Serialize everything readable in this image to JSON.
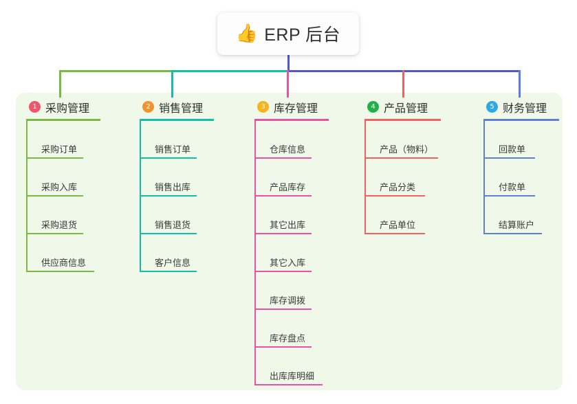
{
  "title": {
    "emoji": "👍",
    "icon_name": "thumbs-up-emoji",
    "text": "ERP 后台"
  },
  "colors": {
    "panel_bg": "#eff8e9",
    "page_bg": "#ffffff",
    "trunk": "#5159c4",
    "bus_green": "#7ab943",
    "bus_teal": "#12bfa5",
    "bus_blue": "#5159c4"
  },
  "columns": [
    {
      "number": "1",
      "title": "采购管理",
      "badge_color": "#f0556b",
      "line_color": "#7ab943",
      "head_rule_width": 108,
      "items": [
        {
          "label": "采购订单",
          "rule_width": 83
        },
        {
          "label": "采购入库",
          "rule_width": 83
        },
        {
          "label": "采购退货",
          "rule_width": 83
        },
        {
          "label": "供应商信息",
          "rule_width": 99
        }
      ]
    },
    {
      "number": "2",
      "title": "销售管理",
      "badge_color": "#f0952e",
      "line_color": "#12bfa5",
      "head_rule_width": 108,
      "items": [
        {
          "label": "销售订单",
          "rule_width": 83
        },
        {
          "label": "销售出库",
          "rule_width": 83
        },
        {
          "label": "销售退货",
          "rule_width": 83
        },
        {
          "label": "客户信息",
          "rule_width": 83
        }
      ]
    },
    {
      "number": "3",
      "title": "库存管理",
      "badge_color": "#f5b31c",
      "line_color": "#e8529e",
      "head_rule_width": 108,
      "items": [
        {
          "label": "仓库信息",
          "rule_width": 83
        },
        {
          "label": "产品库存",
          "rule_width": 83
        },
        {
          "label": "其它出库",
          "rule_width": 83
        },
        {
          "label": "其它入库",
          "rule_width": 83
        },
        {
          "label": "库存调拨",
          "rule_width": 83
        },
        {
          "label": "库存盘点",
          "rule_width": 83
        },
        {
          "label": "出库库明细",
          "rule_width": 99
        }
      ]
    },
    {
      "number": "4",
      "title": "产品管理",
      "badge_color": "#22b04b",
      "line_color": "#f4605c",
      "head_rule_width": 111,
      "items": [
        {
          "label": "产品（物料）",
          "rule_width": 107
        },
        {
          "label": "产品分类",
          "rule_width": 88
        },
        {
          "label": "产品单位",
          "rule_width": 88
        }
      ]
    },
    {
      "number": "5",
      "title": "财务管理",
      "badge_color": "#2fa8e0",
      "line_color": "#5d7fd4",
      "head_rule_width": 110,
      "items": [
        {
          "label": "回款单",
          "rule_width": 75
        },
        {
          "label": "付款单",
          "rule_width": 75
        },
        {
          "label": "结算账户",
          "rule_width": 85
        }
      ]
    }
  ]
}
